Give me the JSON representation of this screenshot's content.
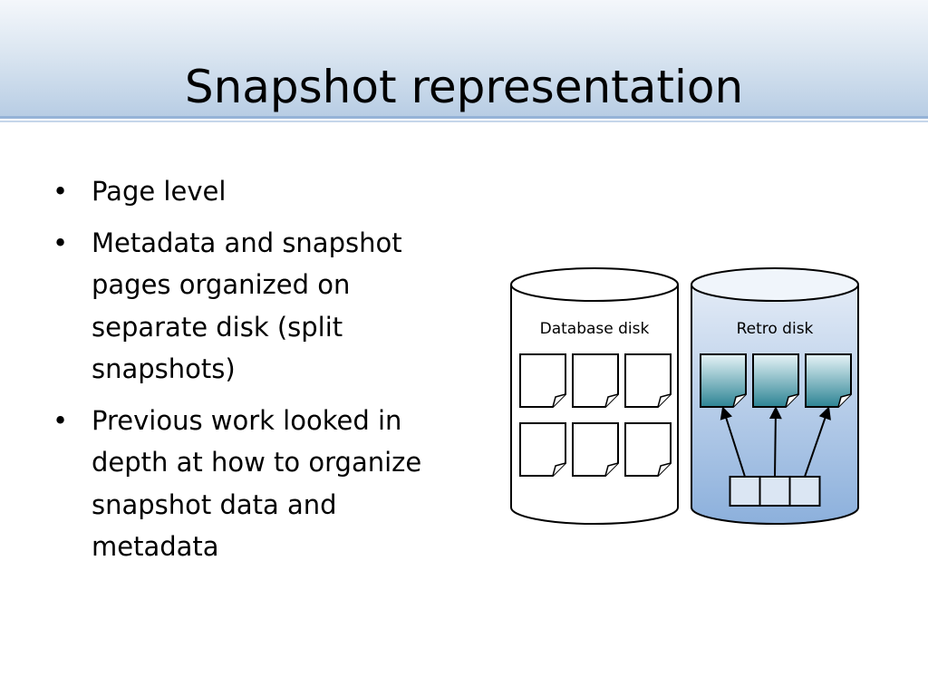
{
  "slide": {
    "title": "Snapshot representation",
    "bullets": [
      "Page level",
      "Metadata and snapshot pages organized on separate disk (split snapshots)",
      "Previous work looked in depth at how to organize snapshot data and metadata"
    ],
    "bullet_glyph": "•"
  },
  "diagram": {
    "database_disk_label": "Database disk",
    "retro_disk_label": "Retro disk",
    "database_disk_pages": 6,
    "retro_disk_pages": 3,
    "retro_metadata_cells": 3,
    "colors": {
      "retro_disk_top": "#e3ebf6",
      "retro_disk_bottom": "#8cb0dc",
      "snapshot_page_top": "#e6f3f7",
      "snapshot_page_bottom": "#2d8494",
      "metadata_cell": "#dbe6f3"
    }
  }
}
